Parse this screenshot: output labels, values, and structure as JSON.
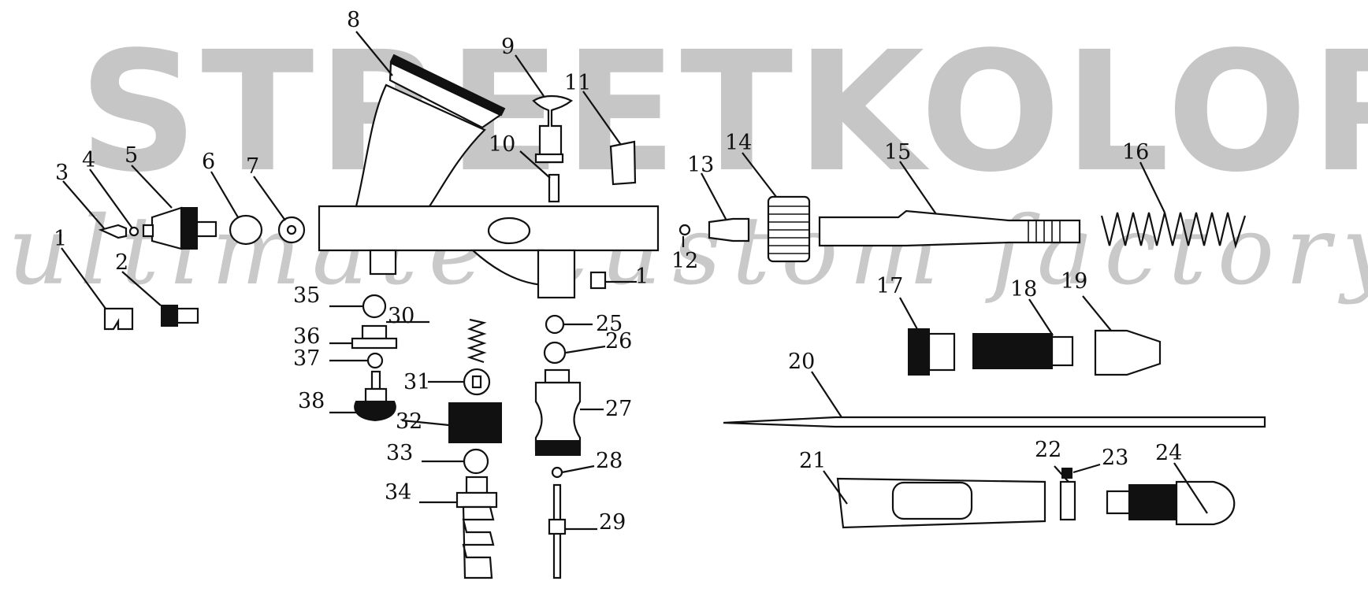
{
  "watermark": {
    "brand": "STREETKOLOR",
    "tagline": "ultimate custom factory"
  },
  "part_labels": [
    "1",
    "2",
    "3",
    "4",
    "5",
    "6",
    "7",
    "8",
    "9",
    "10",
    "11",
    "12",
    "13",
    "14",
    "15",
    "16",
    "17",
    "18",
    "19",
    "20",
    "21",
    "22",
    "23",
    "24",
    "25",
    "26",
    "27",
    "28",
    "29",
    "30",
    "31",
    "32",
    "33",
    "34",
    "35",
    "36",
    "37",
    "38"
  ],
  "extra_labels": {
    "lower_1": "1"
  }
}
